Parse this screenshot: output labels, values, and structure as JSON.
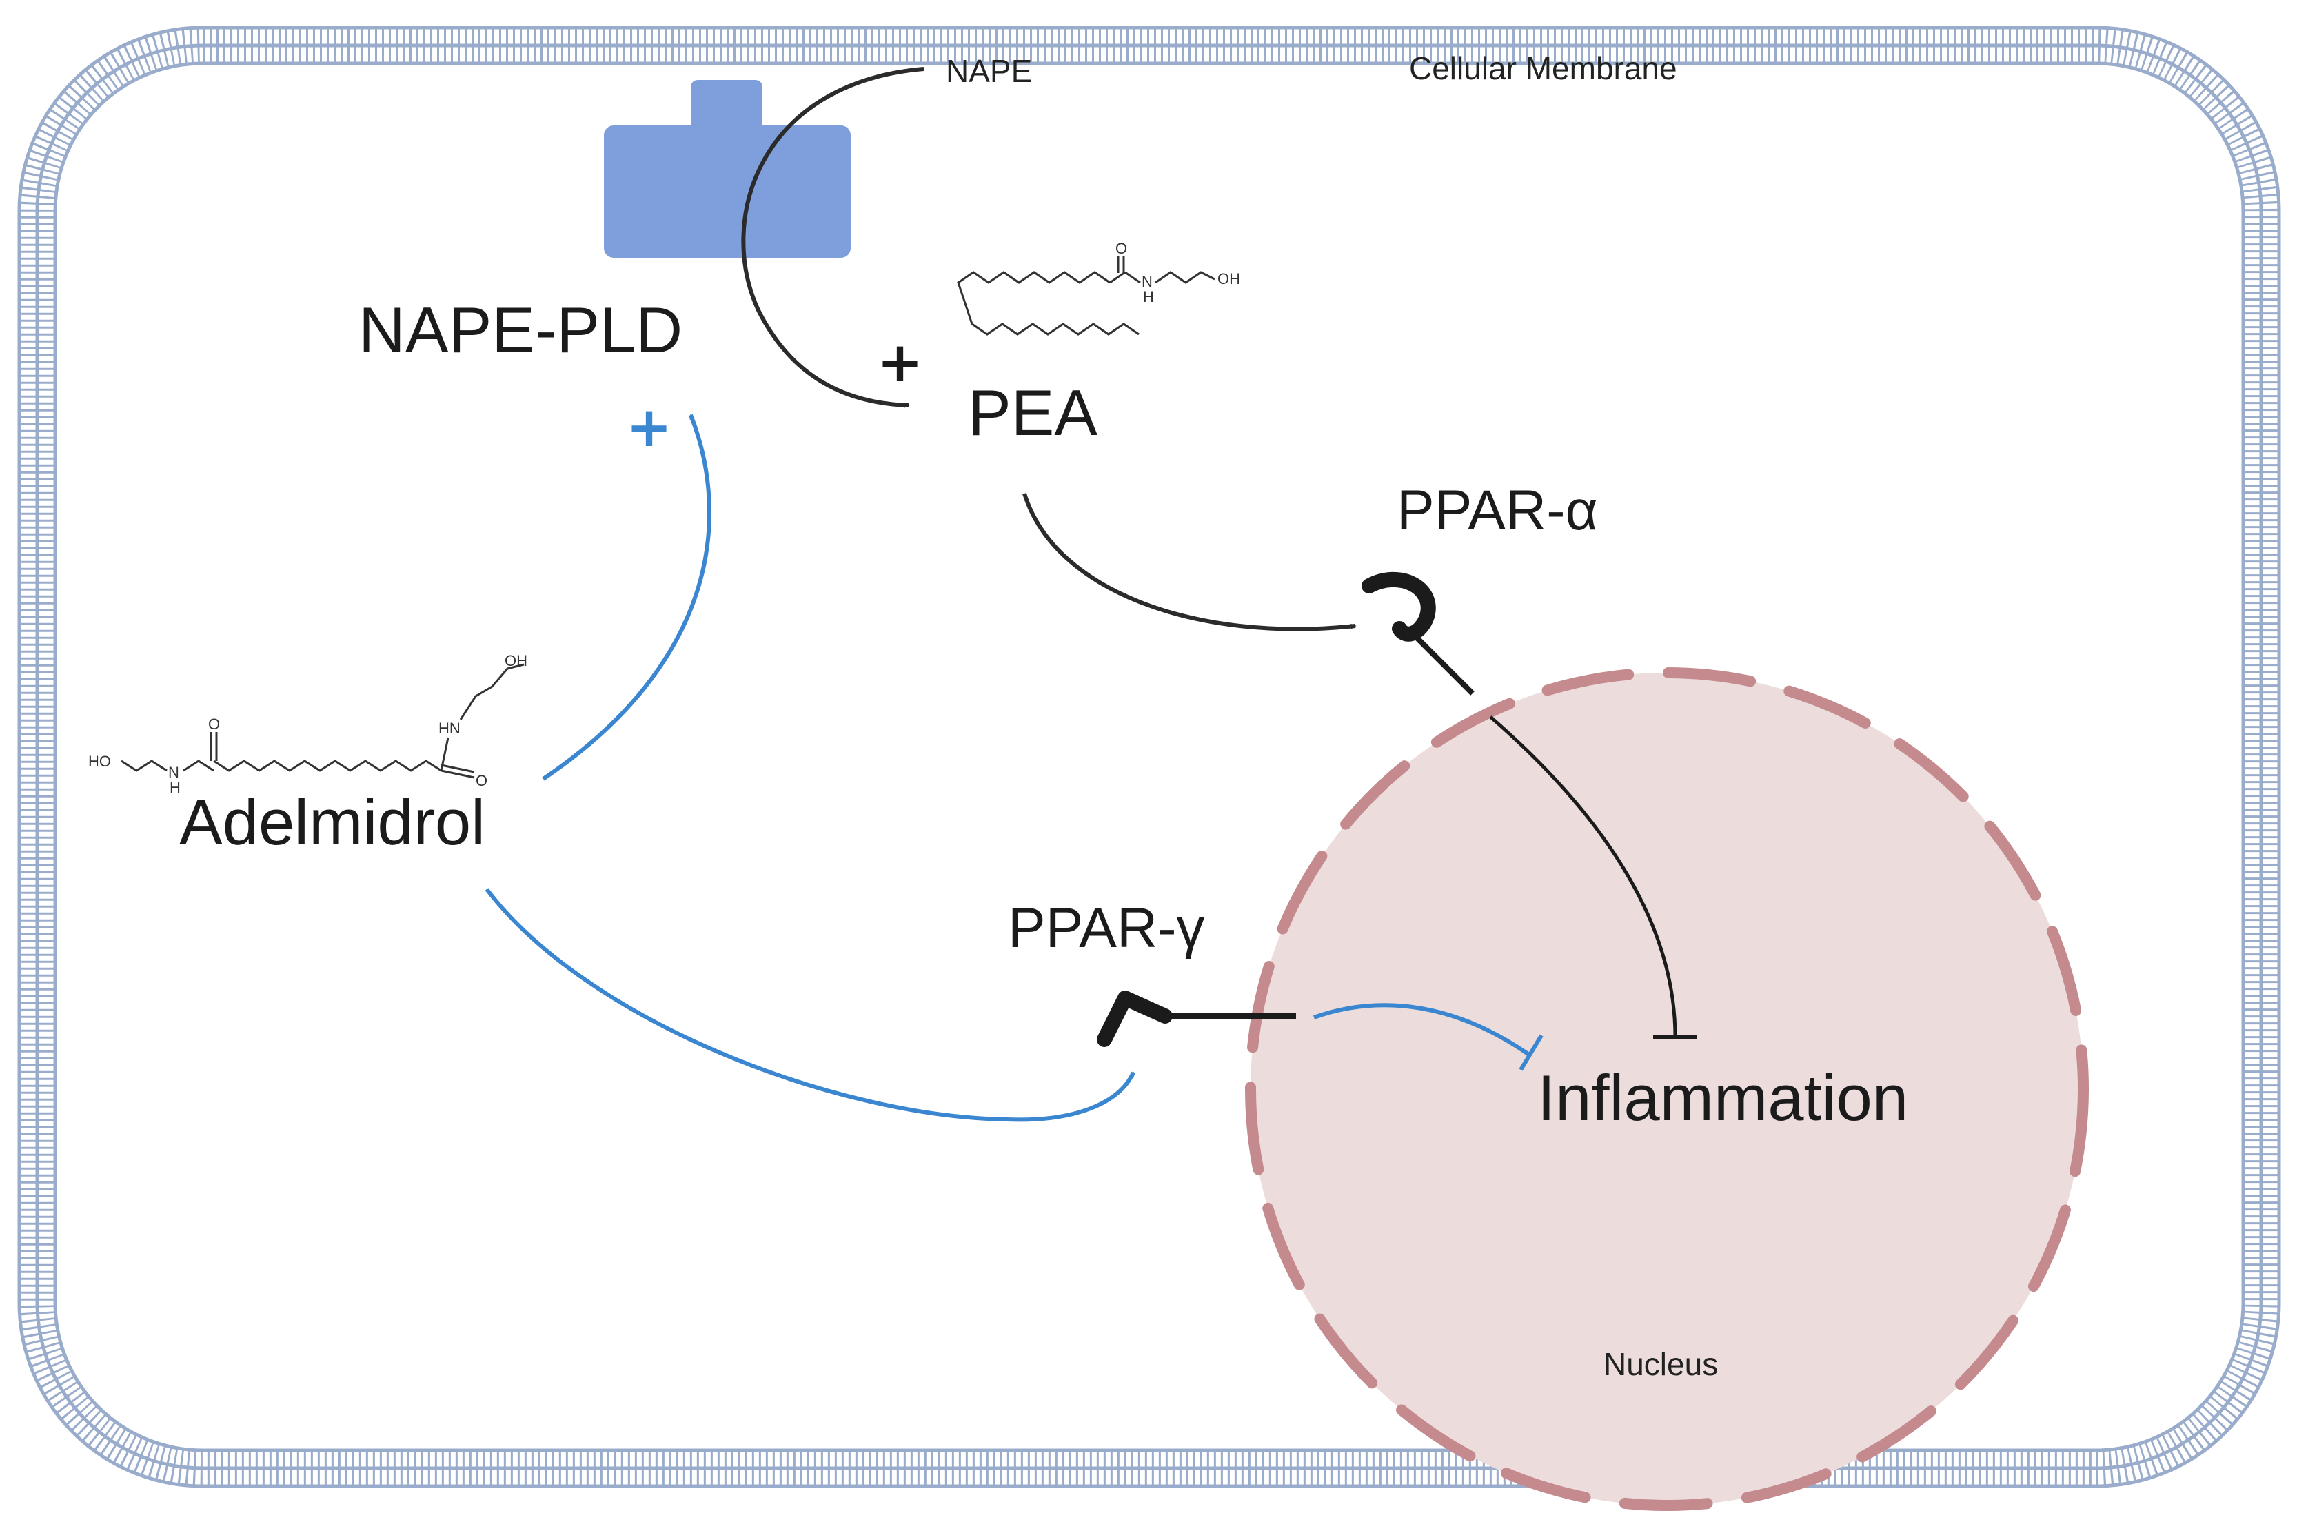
{
  "labels": {
    "membrane": "Cellular Membrane",
    "nape": "NAPE",
    "nape_pld": "NAPE-PLD",
    "pea": "PEA",
    "ppar_alpha": "PPAR-α",
    "ppar_gamma": "PPAR-γ",
    "adelmidrol": "Adelmidrol",
    "inflammation": "Inflammation",
    "nucleus": "Nucleus"
  },
  "signs": {
    "pea_plus": "+",
    "nape_pld_plus": "+"
  },
  "molecule_atoms": {
    "pea": {
      "carbonyl_o": "O",
      "amide_n": "N",
      "amide_h": "H",
      "hydroxyl": "OH"
    },
    "adelmidrol": {
      "hydroxyl_top": "OH",
      "amide_nh_top": "HN",
      "carbonyl_o_top": "O",
      "hydroxyl_left": "HO",
      "amide_n_left": "N",
      "amide_h_left": "H",
      "carbonyl_o_left": "O"
    }
  },
  "colors": {
    "membrane": "#9aaccb",
    "transporter": "#7f9fdc",
    "nucleus_fill": "#ecdcdc",
    "nucleus_border": "#c48a8e",
    "black_arrow": "#2b2b2b",
    "blue_arrow": "#3a86d0"
  }
}
